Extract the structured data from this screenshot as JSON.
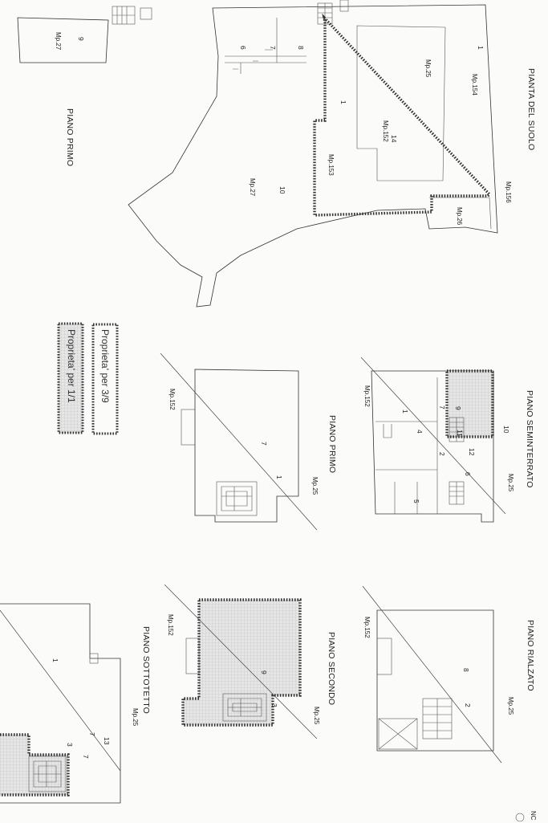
{
  "titles": {
    "pianta_del_suolo": "PIANTA DEL SUOLO",
    "piano_primo_top": "PIANO PRIMO",
    "piano_seminterrato": "PIANO SEMINTERRATO",
    "piano_primo": "PIANO PRIMO",
    "piano_rialzato": "PIANO RIALZATO",
    "piano_secondo": "PIANO SECONDO",
    "piano_sottotetto": "PIANO SOTTOTETTO"
  },
  "parcels": {
    "mp25_site": "Mp.25",
    "mp154": "Mp.154",
    "mp152_site": "Mp.152",
    "mp153": "Mp.153",
    "mp27_site": "Mp.27",
    "mp26": "Mp.26",
    "mp156": "Mp.156",
    "mp27_small": "Mp.27",
    "mp152_semi": "Mp.152",
    "mp25_semi": "Mp.25",
    "mp152_primo": "Mp.152",
    "mp25_primo": "Mp.25",
    "mp152_rialz": "Mp.152",
    "mp25_rialz": "Mp.25",
    "mp152_sec": "Mp.152",
    "mp25_sec": "Mp.25",
    "mp25_sotto": "Mp.25"
  },
  "numbers": {
    "site_1a": "1",
    "site_1b": "1",
    "site_14": "14",
    "site_10": "10",
    "site_8": "8",
    "site_7": "7",
    "site_6": "6",
    "small_9": "9",
    "semi_10": "10",
    "semi_11": "11",
    "semi_12": "12",
    "semi_9": "9",
    "semi_7": "7",
    "semi_1": "1",
    "semi_4": "4",
    "semi_2": "2",
    "semi_6": "6",
    "semi_5": "5",
    "primo_7": "7",
    "primo_1": "1",
    "rialz_8": "8",
    "rialz_2": "2",
    "sec_9": "9",
    "sec_3": "3",
    "sotto_13": "13",
    "sotto_7a": "7",
    "sotto_7b": "7",
    "sotto_3": "3",
    "sotto_1": "1"
  },
  "legend": {
    "share_3_9": "Proprieta' per 3/9",
    "share_1_1": "Proprieta' per 1/1"
  },
  "footer_fragment": "NC"
}
